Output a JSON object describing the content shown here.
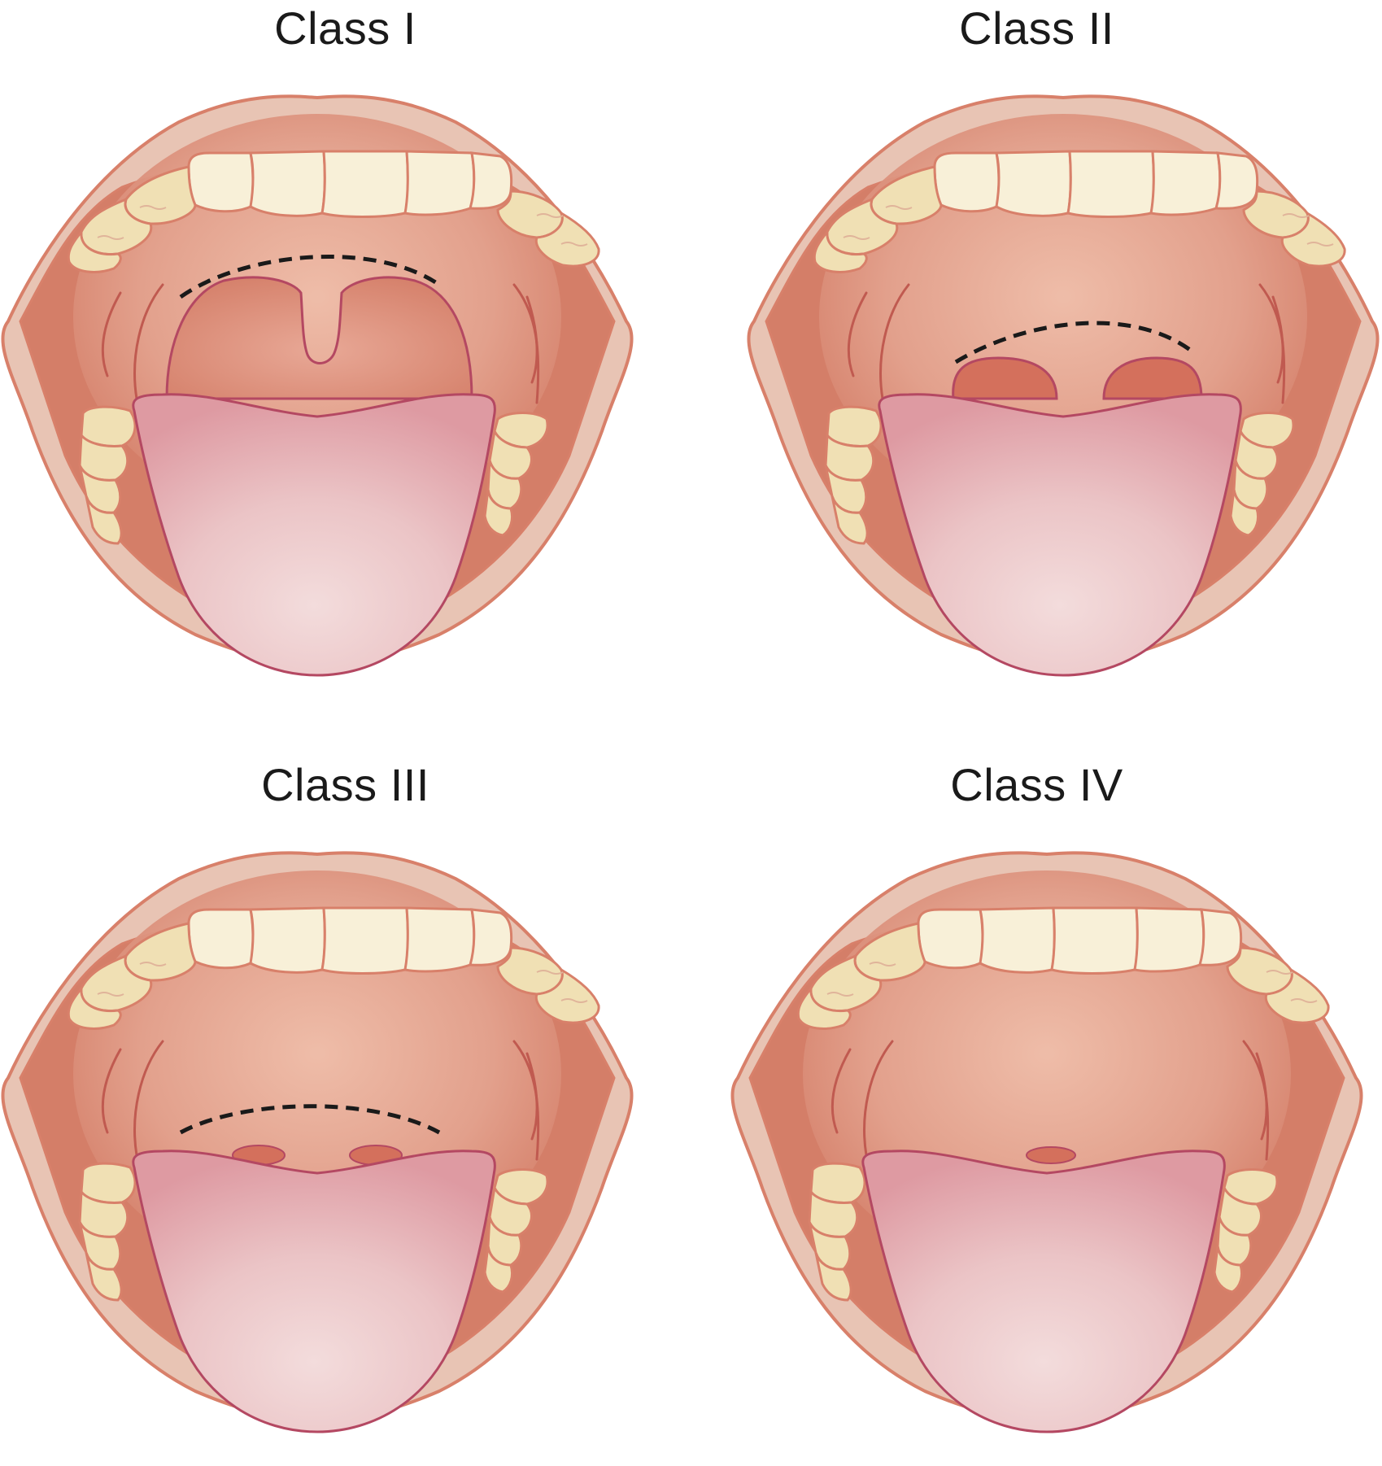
{
  "figure": {
    "panels": [
      {
        "title": "Class I"
      },
      {
        "title": "Class II"
      },
      {
        "title": "Class III"
      },
      {
        "title": "Class IV"
      }
    ]
  },
  "colors": {
    "lip": "#e8c4b4",
    "lip_outline": "#d8806a",
    "mouth_cavity": "#d47e68",
    "palate_light": "#f0c0ac",
    "tooth": "#f8f0d8",
    "tooth_shadow": "#f0e0b4",
    "tonsil": "#d4705c",
    "tongue_light": "#f0d4d4",
    "tongue_dark": "#de9aa2",
    "tongue_outline": "#b44862",
    "dashed_line": "#1a1a1a"
  }
}
